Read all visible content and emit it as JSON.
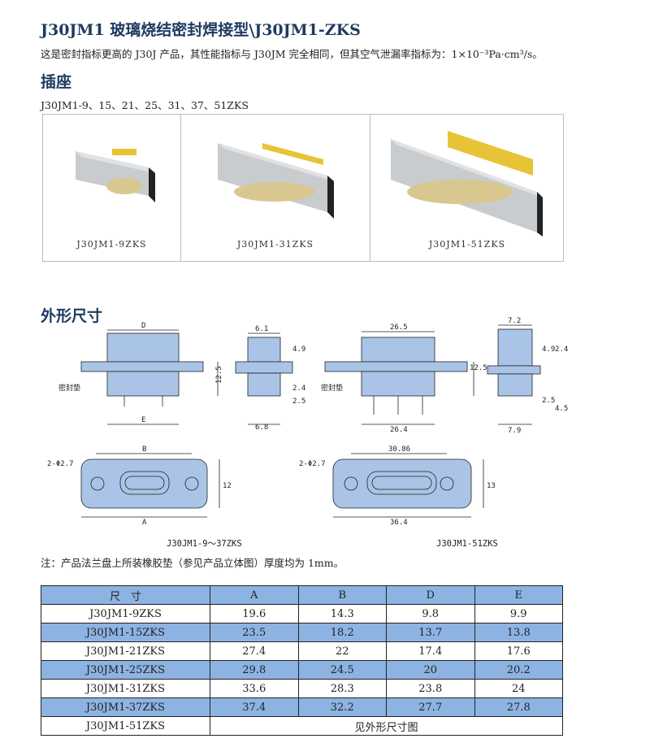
{
  "title": "J30JM1 玻璃烧结密封焊接型\\J30JM1-ZKS",
  "intro": "这是密封指标更高的 J30J 产品，其性能指标与 J30JM 完全相同，但其空气泄漏率指标为：1×10⁻³Pa·cm³/s。",
  "socket_heading": "插座",
  "models": "J30JM1-9、15、21、25、31、37、51ZKS",
  "photos": [
    {
      "caption": "J30JM1-9ZKS"
    },
    {
      "caption": "J30JM1-31ZKS"
    },
    {
      "caption": "J30JM1-51ZKS"
    }
  ],
  "dims_heading": "外形尺寸",
  "drawing": {
    "left_front": {
      "D": "D",
      "E": "E",
      "h": "12.5",
      "seal": "密封垫"
    },
    "left_side": {
      "w_top": "6.1",
      "w_bot": "6.8",
      "h1": "4.9",
      "h2": "2.4",
      "h3": "2.5"
    },
    "right_front": {
      "w_top": "26.5",
      "w_bot": "26.4",
      "h": "12.5",
      "seal": "密封垫"
    },
    "right_side": {
      "w_top": "7.2",
      "w_bot": "7.9",
      "h1": "4.9",
      "h2": "2.4",
      "h3": "2.5",
      "h4": "4.5"
    },
    "left_flange": {
      "hole": "2-Φ2.7",
      "B": "B",
      "A": "A",
      "h": "12",
      "caption": "J30JM1-9～37ZKS"
    },
    "right_flange": {
      "hole": "2-Φ2.7",
      "B": "30.86",
      "A": "36.4",
      "h": "13",
      "caption": "J30JM1-51ZKS"
    }
  },
  "note": "注：产品法兰盘上所装橡胶垫（参见产品立体图）厚度均为 1mm。",
  "table": {
    "headers": [
      "尺　寸",
      "A",
      "B",
      "D",
      "E"
    ],
    "rows": [
      [
        "J30JM1-9ZKS",
        "19.6",
        "14.3",
        "9.8",
        "9.9"
      ],
      [
        "J30JM1-15ZKS",
        "23.5",
        "18.2",
        "13.7",
        "13.8"
      ],
      [
        "J30JM1-21ZKS",
        "27.4",
        "22",
        "17.4",
        "17.6"
      ],
      [
        "J30JM1-25ZKS",
        "29.8",
        "24.5",
        "20",
        "20.2"
      ],
      [
        "J30JM1-31ZKS",
        "33.6",
        "28.3",
        "23.8",
        "24"
      ],
      [
        "J30JM1-37ZKS",
        "37.4",
        "32.2",
        "27.7",
        "27.8"
      ]
    ],
    "last_row": {
      "model": "J30JM1-51ZKS",
      "text": "见外形尺寸图"
    }
  },
  "colors": {
    "heading": "#1f3a5f",
    "table_blue": "#8db3e2",
    "drawing_fill": "#a9c4e6"
  }
}
